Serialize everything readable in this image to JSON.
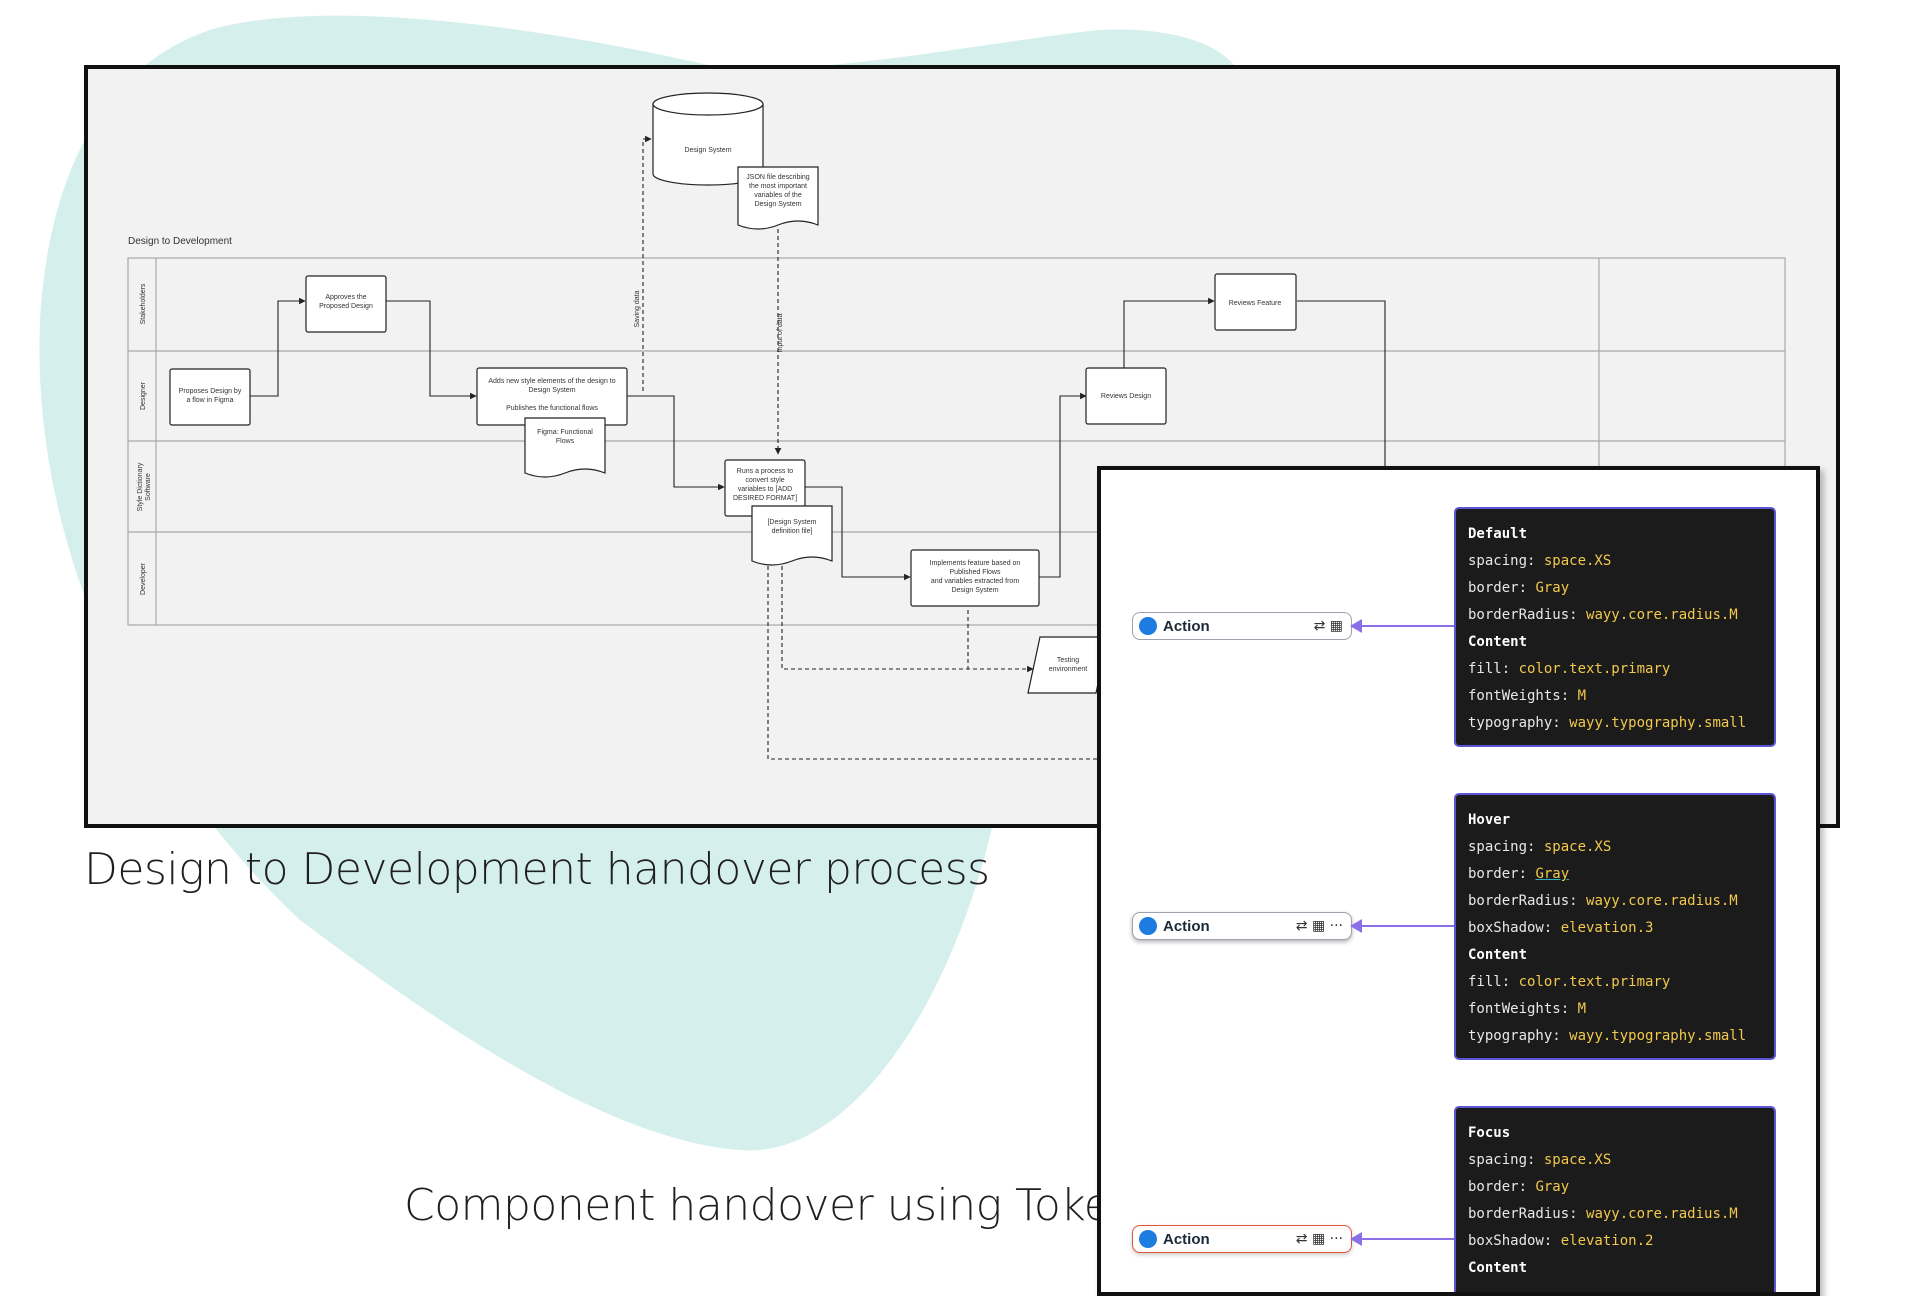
{
  "captions": {
    "diagram": "Design to Development handover process",
    "tokens": "Component handover using Tokens"
  },
  "diagram": {
    "title": "Design to Development",
    "lanes": [
      "Stakeholders",
      "Designer",
      "Style Dictionary\nSoftware",
      "Developer"
    ],
    "nodes": {
      "design_system": "Design System",
      "json_file": [
        "JSON file describing",
        "the most important",
        "variables of the",
        "Design System"
      ],
      "approves": [
        "Approves the",
        "Proposed Design"
      ],
      "proposes": [
        "Proposes Design by",
        "a flow in Figma"
      ],
      "adds": [
        "Adds new style elements of the design to",
        "Design System",
        "",
        "Publishes the functional flows"
      ],
      "figma_flows": [
        "Figma: Functional",
        "Flows"
      ],
      "runs": [
        "Runs a process to",
        "convert style",
        "variables to [ADD",
        "DESIRED FORMAT]"
      ],
      "definition_file": [
        "[Design System",
        "definition file]"
      ],
      "implements": [
        "Implements feature based on",
        "Published Flows",
        "and variables extracted from",
        "Design System"
      ],
      "reviews_design": "Reviews Design",
      "reviews_feature": "Reviews Feature",
      "testing": [
        "Testing",
        "environment"
      ]
    },
    "edge_labels": {
      "saving": "Saving data",
      "input": "Input of data"
    }
  },
  "states": [
    {
      "chip_label": "Action",
      "chip_icons": "⇄ ▦",
      "chip_border": "#9aa3ad",
      "lines": [
        {
          "key": "Default",
          "header": true
        },
        {
          "key": "spacing: ",
          "val": "space.XS"
        },
        {
          "key": "border: ",
          "val": "Gray"
        },
        {
          "key": "borderRadius: ",
          "val": "wayy.core.radius.M"
        },
        {
          "key": "Content",
          "header": true
        },
        {
          "key": "fill: ",
          "val": "color.text.primary"
        },
        {
          "key": "fontWeights: ",
          "val": "M"
        },
        {
          "key": "typography: ",
          "val": "wayy.typography.small"
        }
      ]
    },
    {
      "chip_label": "Action",
      "chip_icons": "⇄ ▦ ···",
      "chip_border": "#9aa3ad",
      "lines": [
        {
          "key": "Hover",
          "header": true
        },
        {
          "key": "spacing: ",
          "val": "space.XS"
        },
        {
          "key": "border: ",
          "val": "Gray",
          "wavy": true
        },
        {
          "key": "borderRadius: ",
          "val": "wayy.core.radius.M"
        },
        {
          "key": "boxShadow: ",
          "val": "elevation.3"
        },
        {
          "key": "Content",
          "header": true
        },
        {
          "key": "fill: ",
          "val": "color.text.primary"
        },
        {
          "key": "fontWeights: ",
          "val": "M"
        },
        {
          "key": "typography: ",
          "val": "wayy.typography.small"
        }
      ]
    },
    {
      "chip_label": "Action",
      "chip_icons": "⇄ ▦ ···",
      "chip_border": "#e0533d",
      "lines": [
        {
          "key": "Focus",
          "header": true
        },
        {
          "key": "spacing: ",
          "val": "space.XS"
        },
        {
          "key": "border: ",
          "val": "Gray"
        },
        {
          "key": "borderRadius: ",
          "val": "wayy.core.radius.M"
        },
        {
          "key": "boxShadow: ",
          "val": "elevation.2"
        },
        {
          "key": "Content",
          "header": true
        }
      ]
    }
  ],
  "colors": {
    "blob": "#d5f0ec",
    "arrow": "#8b6fe8",
    "token_value": "#f2c94c",
    "code_border": "#5b56d6"
  }
}
